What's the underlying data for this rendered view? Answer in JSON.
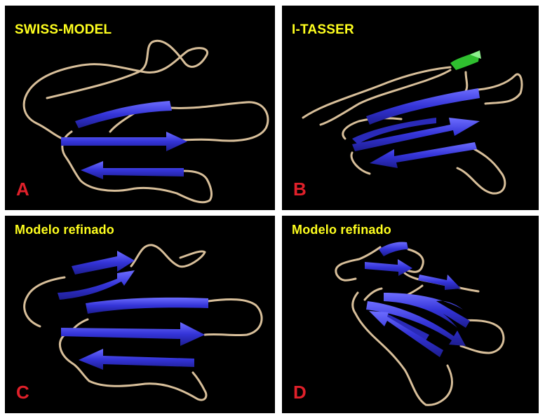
{
  "panels": [
    {
      "title": "SWISS-MODEL",
      "letter": "A"
    },
    {
      "title": "I-TASSER",
      "letter": "B"
    },
    {
      "title": "Modelo refinado",
      "letter": "C"
    },
    {
      "title": "Modelo refinado",
      "letter": "D"
    }
  ],
  "colors": {
    "background": "#000000",
    "coil": "#d8bf9a",
    "strand": "#3a3ad6",
    "helix": "#2fbf2f",
    "title_text": "#ffff1e",
    "panel_letter": "#e0202a"
  }
}
